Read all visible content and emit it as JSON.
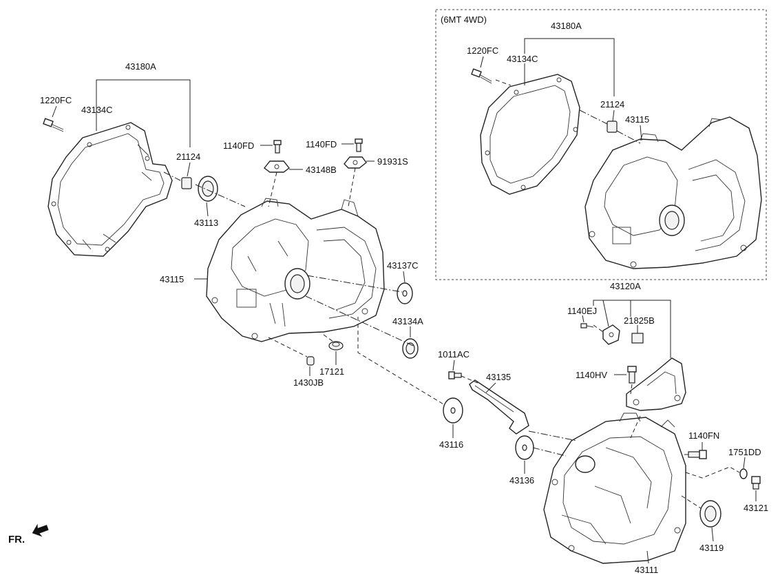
{
  "option_box": {
    "title": "(6MT 4WD)"
  },
  "callouts": {
    "c43180A_left": "43180A",
    "c1220FC_left": "1220FC",
    "c43134C_left": "43134C",
    "c21124_left": "21124",
    "c43113": "43113",
    "c1140FD_a": "1140FD",
    "c1140FD_b": "1140FD",
    "c43148B": "43148B",
    "c91931S": "91931S",
    "c43115_left": "43115",
    "c43137C": "43137C",
    "c43134A": "43134A",
    "c17121": "17121",
    "c1430JB": "1430JB",
    "c1011AC": "1011AC",
    "c43135": "43135",
    "c43116": "43116",
    "c43136": "43136",
    "c43180A_right": "43180A",
    "c1220FC_right": "1220FC",
    "c43134C_right": "43134C",
    "c21124_right": "21124",
    "c43115_right": "43115",
    "c43120A": "43120A",
    "c1140EJ": "1140EJ",
    "c21825B": "21825B",
    "c1140HV": "1140HV",
    "c1140FN": "1140FN",
    "c1751DD": "1751DD",
    "c43121": "43121",
    "c43119": "43119",
    "c43111": "43111"
  },
  "front_marker": {
    "label": "FR."
  },
  "colors": {
    "line": "#222222",
    "background": "#ffffff"
  }
}
